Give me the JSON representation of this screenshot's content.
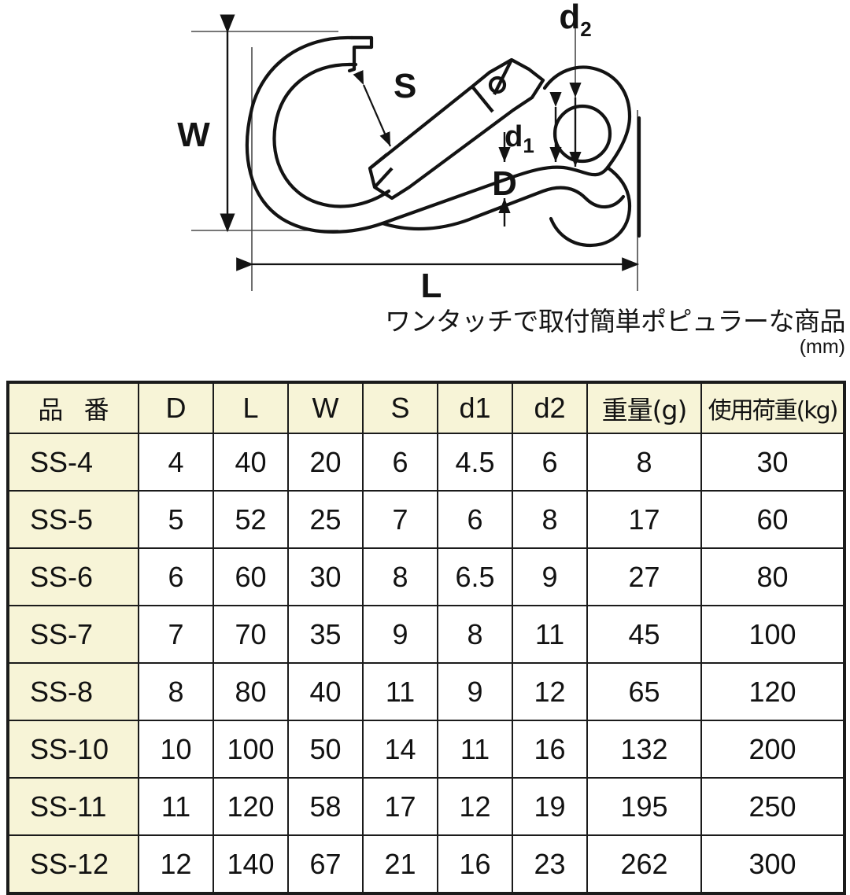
{
  "drawing": {
    "name": "carabiner-snap-hook-technical-drawing",
    "labels": {
      "width": "W",
      "length": "L",
      "gate_opening": "S",
      "stock_diameter": "D",
      "eye_inner": "d",
      "eye_inner_sub": "1",
      "eye_outer": "d",
      "eye_outer_sub": "2"
    }
  },
  "caption": {
    "text": "ワンタッチで取付簡単ポピュラーな商品",
    "unit": "(mm)"
  },
  "table": {
    "headers": [
      "品 番",
      "D",
      "L",
      "W",
      "S",
      "d1",
      "d2",
      "重量(g)",
      "使用荷重(kg)"
    ],
    "rows": [
      {
        "part": "SS-4",
        "D": "4",
        "L": "40",
        "W": "20",
        "S": "6",
        "d1": "4.5",
        "d2": "6",
        "weight": "8",
        "load": "30"
      },
      {
        "part": "SS-5",
        "D": "5",
        "L": "52",
        "W": "25",
        "S": "7",
        "d1": "6",
        "d2": "8",
        "weight": "17",
        "load": "60"
      },
      {
        "part": "SS-6",
        "D": "6",
        "L": "60",
        "W": "30",
        "S": "8",
        "d1": "6.5",
        "d2": "9",
        "weight": "27",
        "load": "80"
      },
      {
        "part": "SS-7",
        "D": "7",
        "L": "70",
        "W": "35",
        "S": "9",
        "d1": "8",
        "d2": "11",
        "weight": "45",
        "load": "100"
      },
      {
        "part": "SS-8",
        "D": "8",
        "L": "80",
        "W": "40",
        "S": "11",
        "d1": "9",
        "d2": "12",
        "weight": "65",
        "load": "120"
      },
      {
        "part": "SS-10",
        "D": "10",
        "L": "100",
        "W": "50",
        "S": "14",
        "d1": "11",
        "d2": "16",
        "weight": "132",
        "load": "200"
      },
      {
        "part": "SS-11",
        "D": "11",
        "L": "120",
        "W": "58",
        "S": "17",
        "d1": "12",
        "d2": "19",
        "weight": "195",
        "load": "250"
      },
      {
        "part": "SS-12",
        "D": "12",
        "L": "140",
        "W": "67",
        "S": "21",
        "d1": "16",
        "d2": "23",
        "weight": "262",
        "load": "300"
      }
    ]
  },
  "colors": {
    "header_fill": "#f7f4d7",
    "border": "#1b1b1b",
    "text": "#121212",
    "background": "#ffffff"
  }
}
